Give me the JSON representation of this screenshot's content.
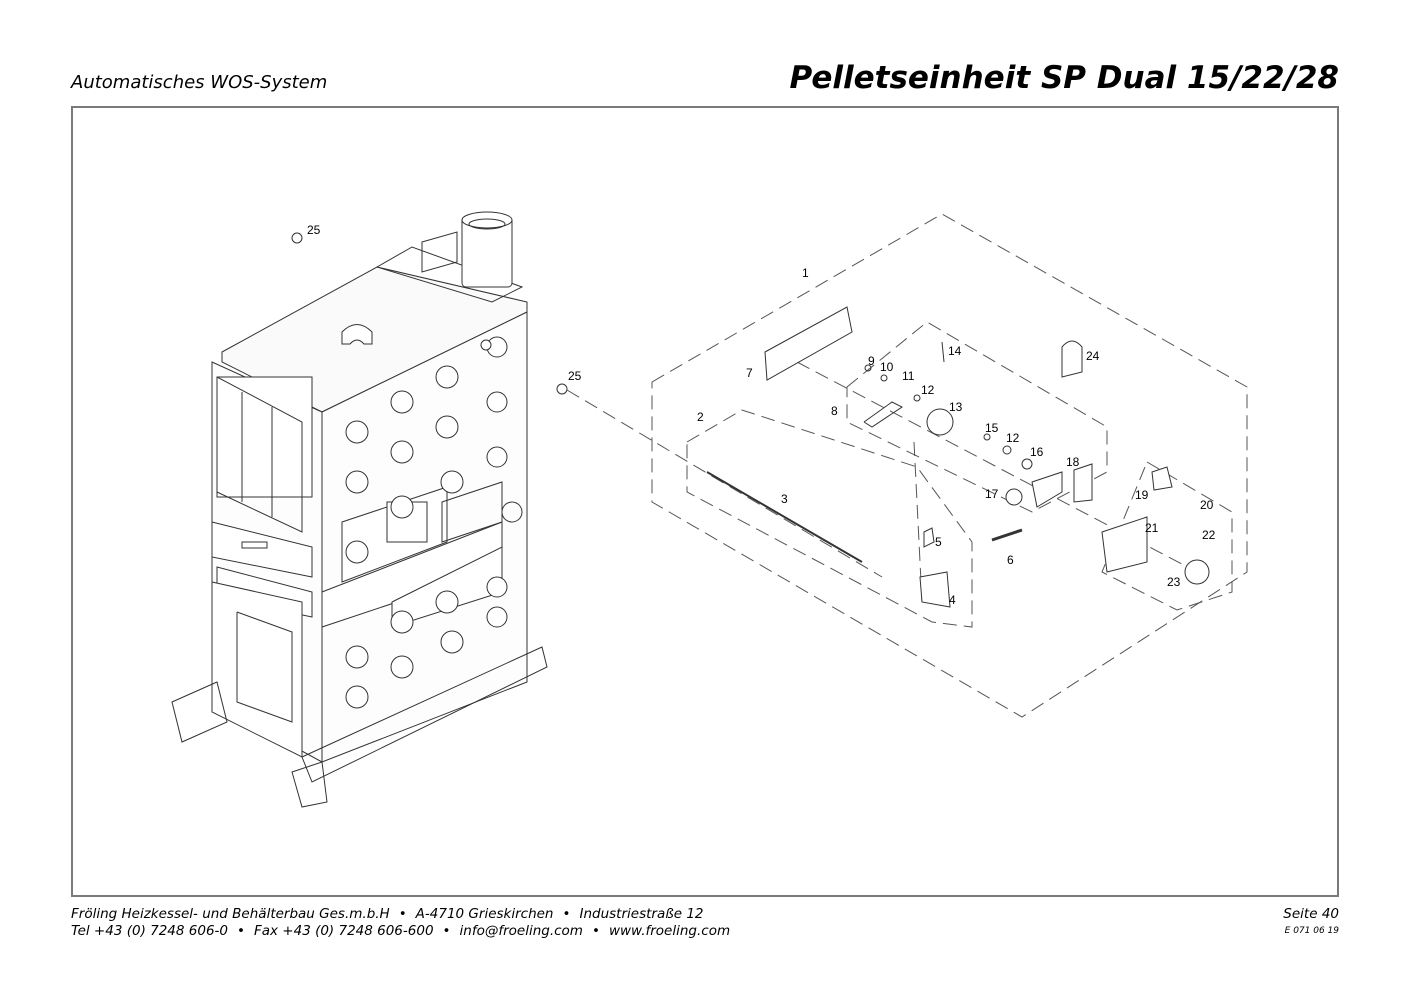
{
  "header": {
    "subtitle": "Automatisches WOS-System",
    "title": "Pelletseinheit SP Dual 15/22/28"
  },
  "drawing": {
    "callouts": {
      "c1": "1",
      "c2": "2",
      "c3": "3",
      "c4": "4",
      "c5": "5",
      "c6": "6",
      "c7": "7",
      "c8": "8",
      "c9": "9",
      "c10": "10",
      "c11": "11",
      "c12a": "12",
      "c12b": "12",
      "c13": "13",
      "c14": "14",
      "c15": "15",
      "c16": "16",
      "c17": "17",
      "c18": "18",
      "c19": "19",
      "c20": "20",
      "c21": "21",
      "c22": "22",
      "c23": "23",
      "c24": "24",
      "c25a": "25",
      "c25b": "25"
    }
  },
  "footer": {
    "company": "Fröling Heizkessel- und Behälterbau Ges.m.b.H",
    "city": "A-4710 Grieskirchen",
    "street": "Industriestraße 12",
    "tel": "Tel +43 (0) 7248 606-0",
    "fax": "Fax +43 (0) 7248 606-600",
    "email": "info@froeling.com",
    "web": "www.froeling.com",
    "page": "Seite 40",
    "doc_code": "E 071 06 19",
    "bullet": "•"
  }
}
